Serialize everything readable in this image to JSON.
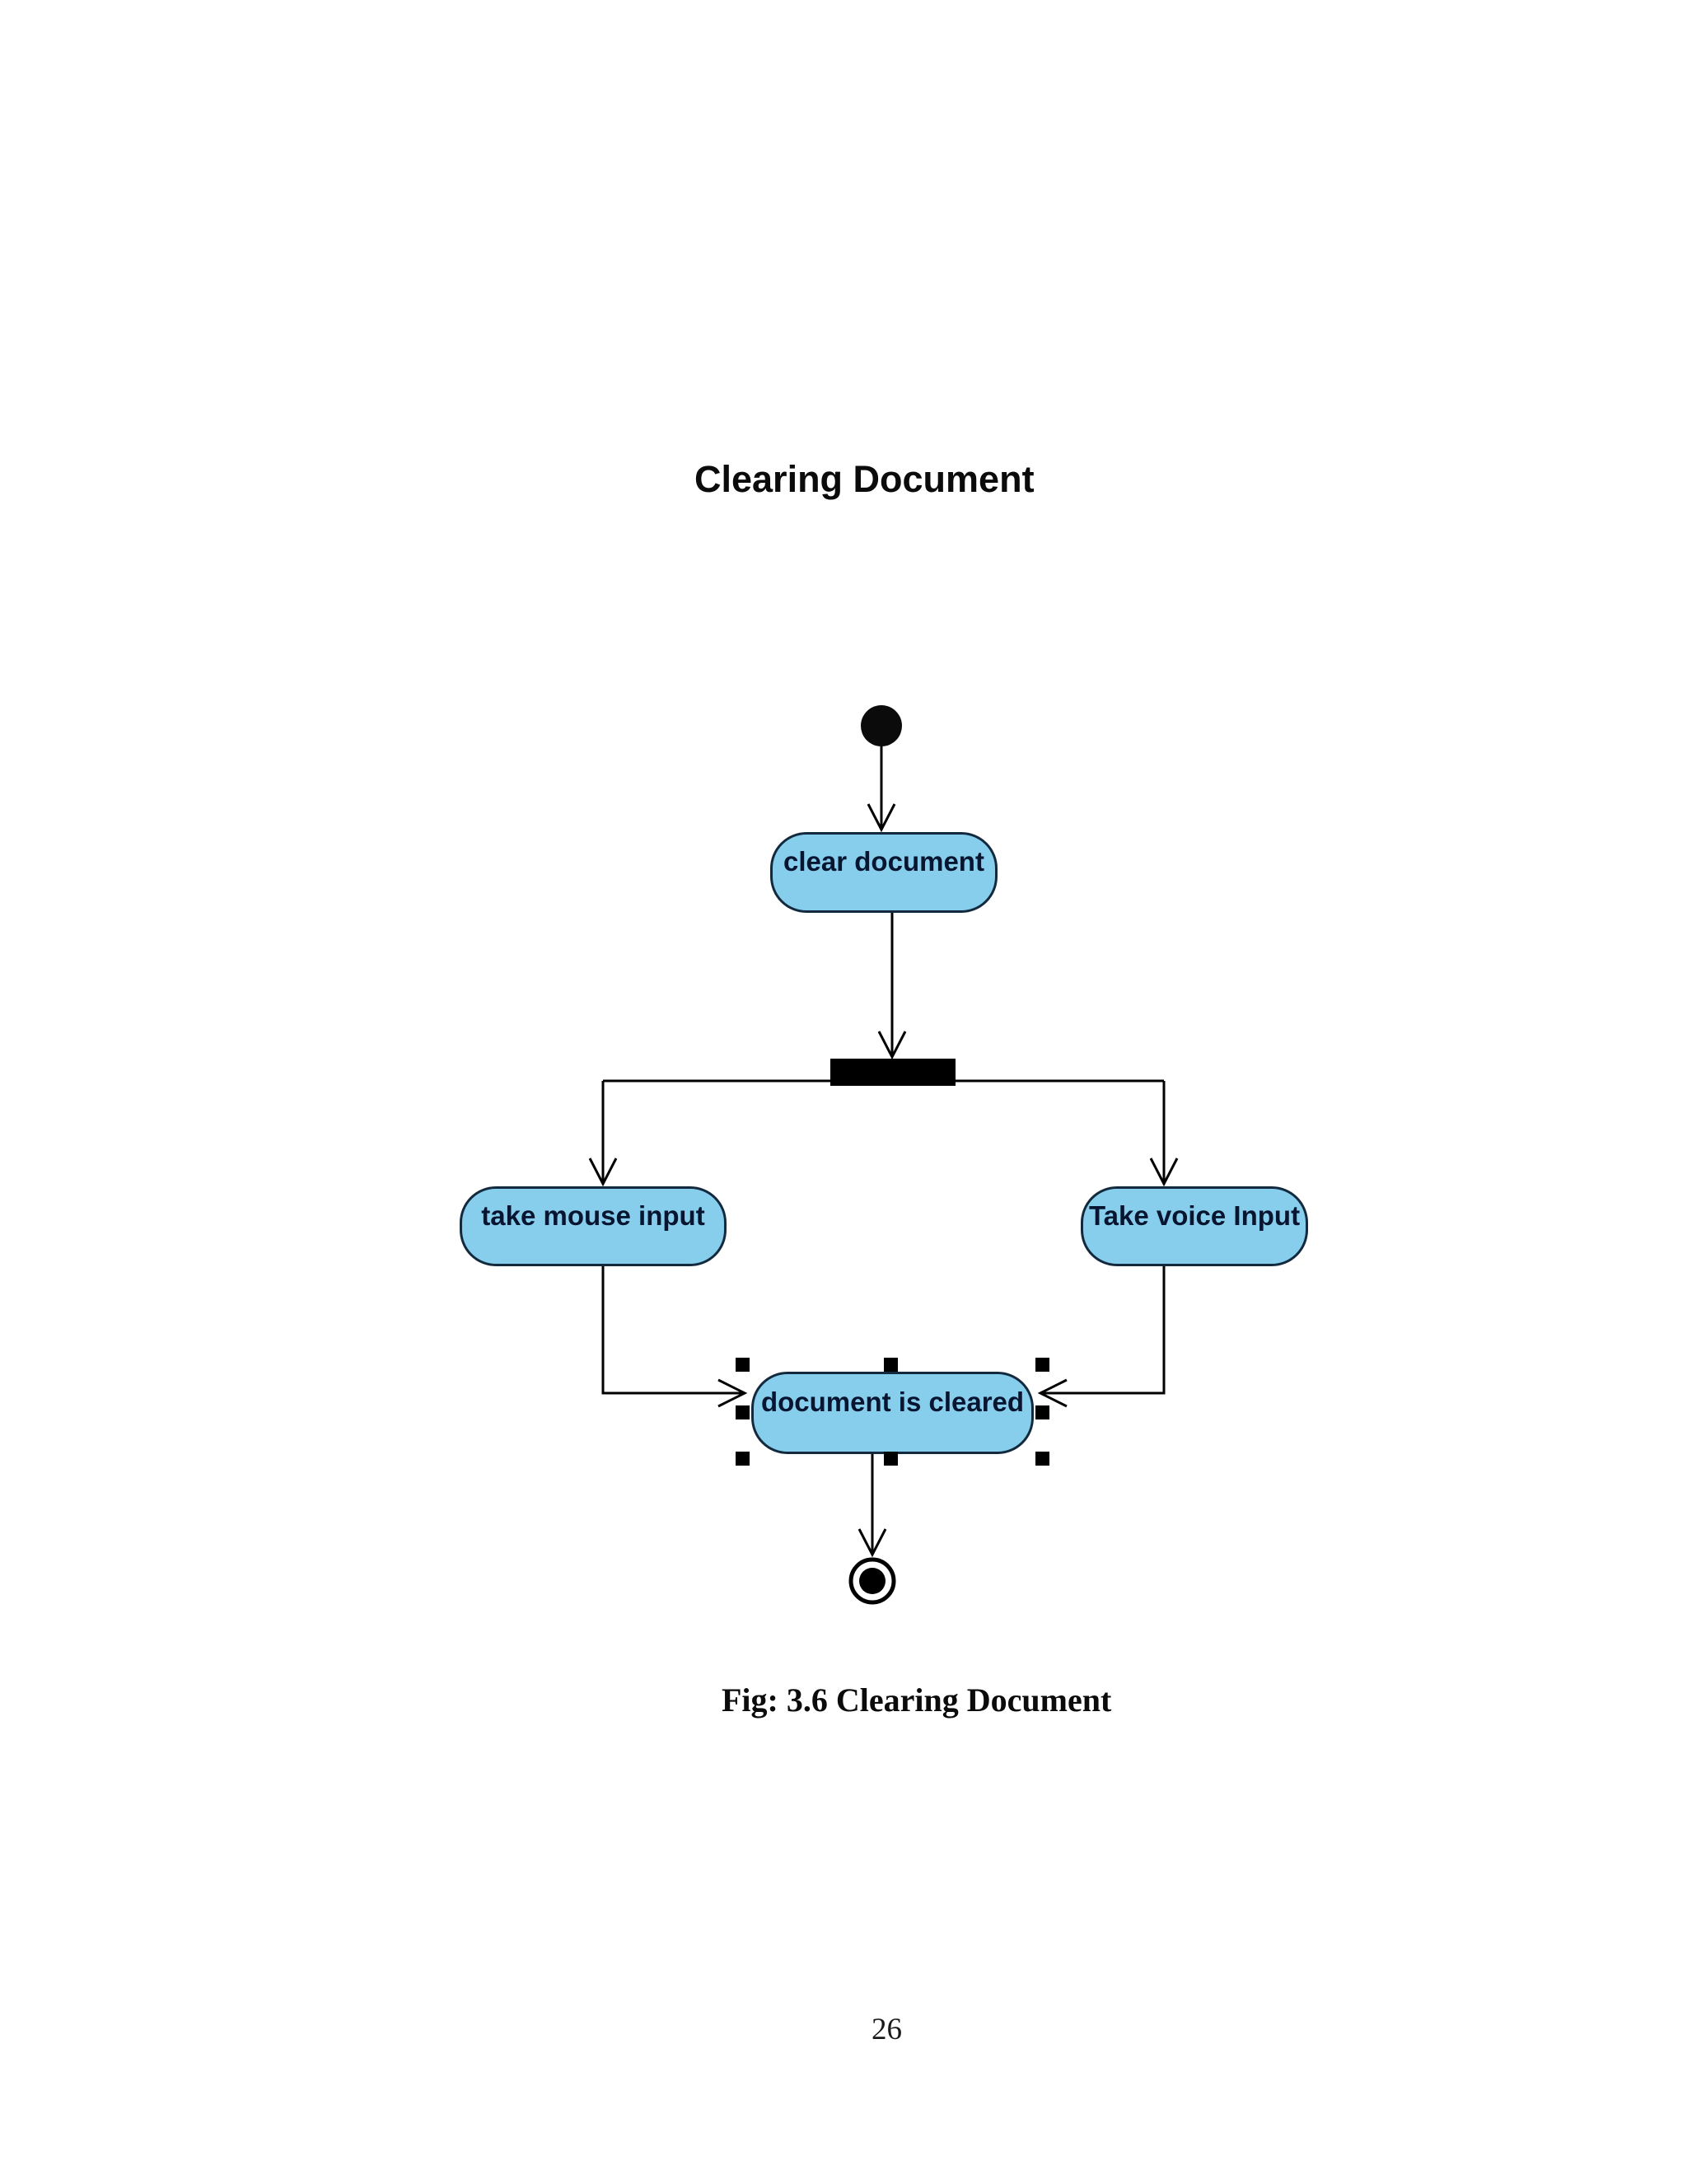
{
  "page": {
    "title": "Clearing Document",
    "caption": "Fig: 3.6 Clearing Document",
    "page_number": "26"
  },
  "diagram": {
    "type": "uml-activity-diagram",
    "nodes": {
      "start": {
        "kind": "initial-node"
      },
      "clear_document": {
        "kind": "action",
        "label": "clear document"
      },
      "fork": {
        "kind": "fork-bar"
      },
      "take_mouse_input": {
        "kind": "action",
        "label": "take mouse input"
      },
      "take_voice_input": {
        "kind": "action",
        "label": "Take voice Input"
      },
      "document_is_cleared": {
        "kind": "action",
        "label": "document is cleared",
        "selected": true,
        "selection_handles": 8
      },
      "end": {
        "kind": "final-node"
      }
    },
    "edges": [
      {
        "from": "start",
        "to": "clear document"
      },
      {
        "from": "clear document",
        "to": "fork"
      },
      {
        "from": "fork",
        "to": "take mouse input"
      },
      {
        "from": "fork",
        "to": "Take voice Input"
      },
      {
        "from": "take mouse input",
        "to": "document is cleared"
      },
      {
        "from": "Take voice Input",
        "to": "document is cleared"
      },
      {
        "from": "document is cleared",
        "to": "end"
      }
    ],
    "colors": {
      "action_fill": "#87CEEC",
      "action_border": "#132A3E",
      "action_text": "#081530",
      "line": "#000000",
      "fork_bar": "#000000",
      "selection_handle": "#000000",
      "page_background": "#FFFFFF"
    }
  }
}
